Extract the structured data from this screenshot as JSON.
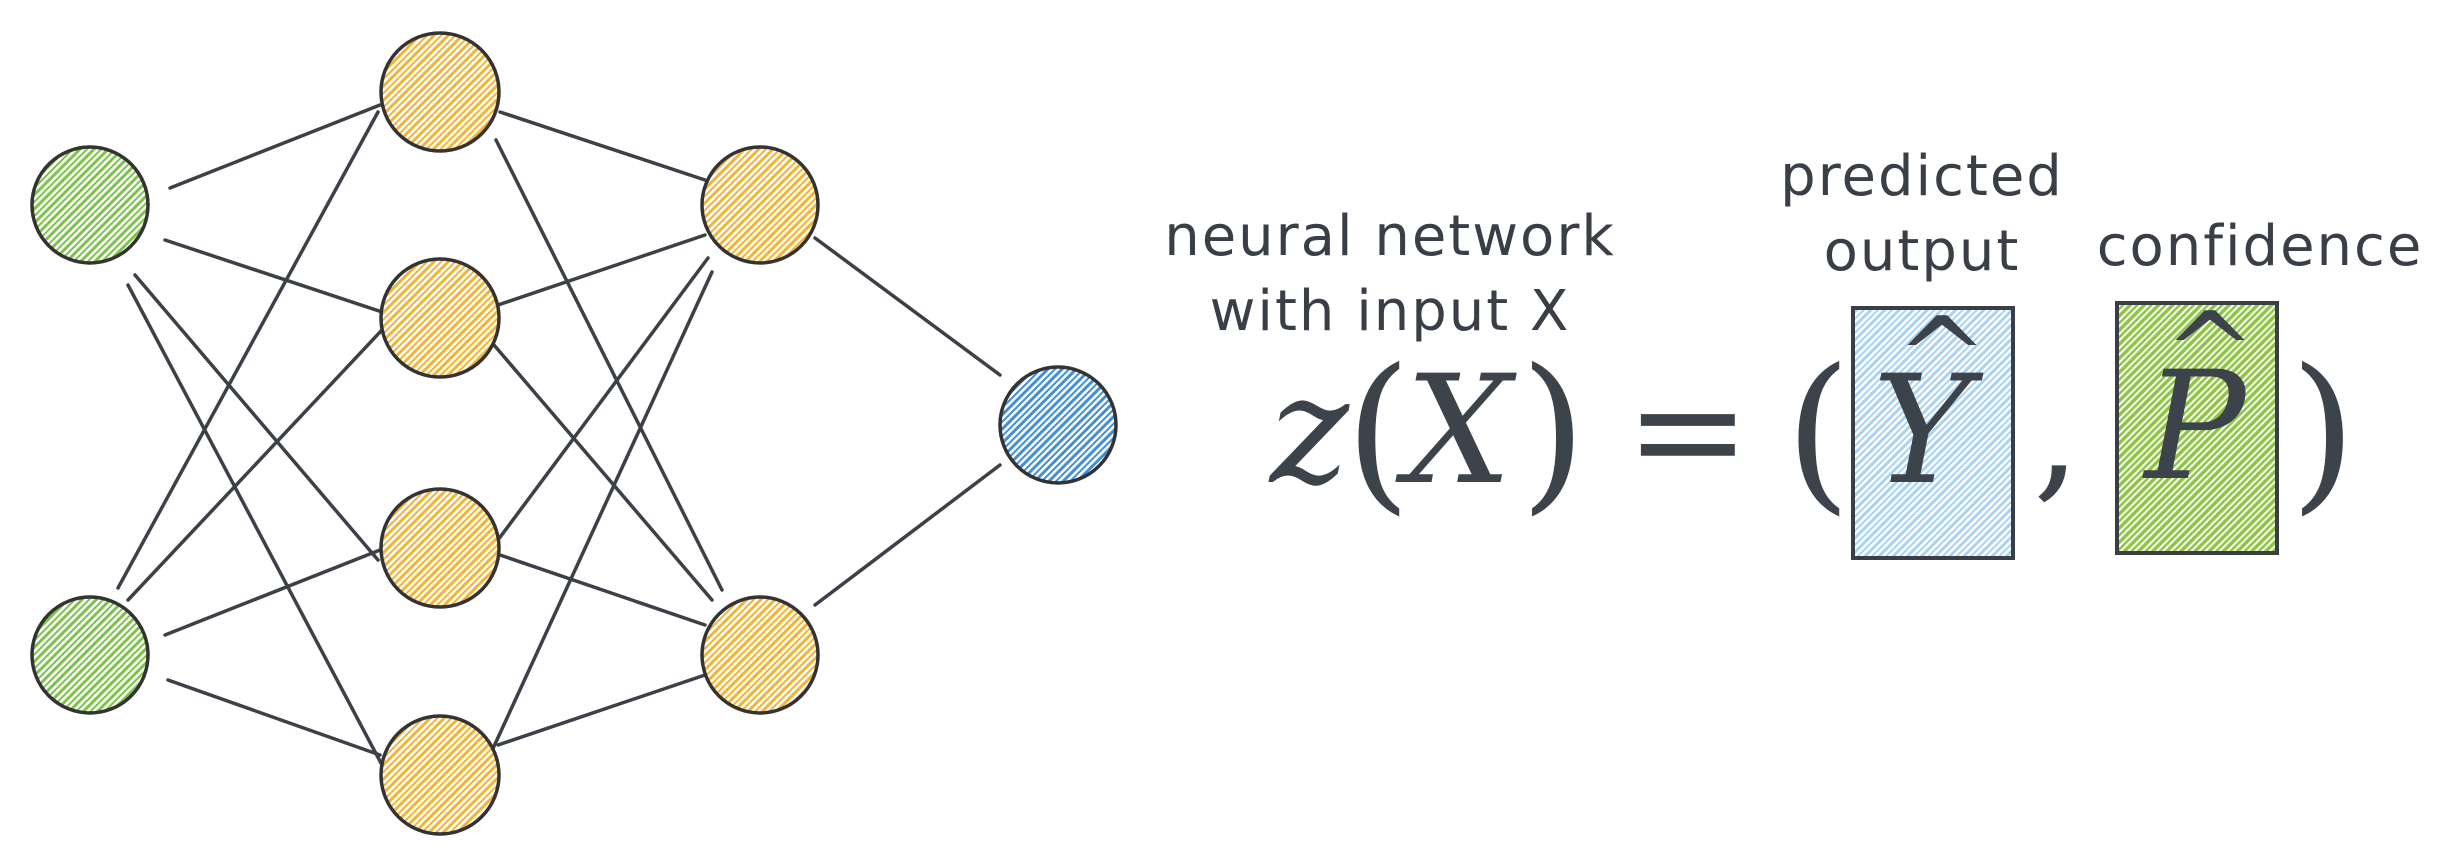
{
  "diagram": {
    "network": {
      "layers": [
        {
          "name": "input",
          "neurons": 2,
          "color": "#7cc447"
        },
        {
          "name": "hidden-1",
          "neurons": 4,
          "color": "#f5b332"
        },
        {
          "name": "hidden-2",
          "neurons": 2,
          "color": "#f5b332"
        },
        {
          "name": "output",
          "neurons": 1,
          "color": "#3f8fdc"
        }
      ],
      "edge_color": "#3c4047",
      "outline_color": "#333333"
    },
    "annotations": {
      "network_label_line1": "neural network",
      "network_label_line2": "with input X",
      "predicted_line1": "predicted",
      "predicted_line2": "output",
      "confidence": "confidence"
    },
    "equation": {
      "lhs_fn": "z",
      "open_paren": "(",
      "lhs_arg": "X",
      "close_paren": ")",
      "equals": "=",
      "tuple_open": "(",
      "first_symbol": "Y",
      "comma": ",",
      "second_symbol": "P",
      "tuple_close": ")",
      "hat": "^"
    },
    "highlight_colors": {
      "predicted_box": "#a8d3f5",
      "confidence_box": "#8cc63f"
    }
  }
}
